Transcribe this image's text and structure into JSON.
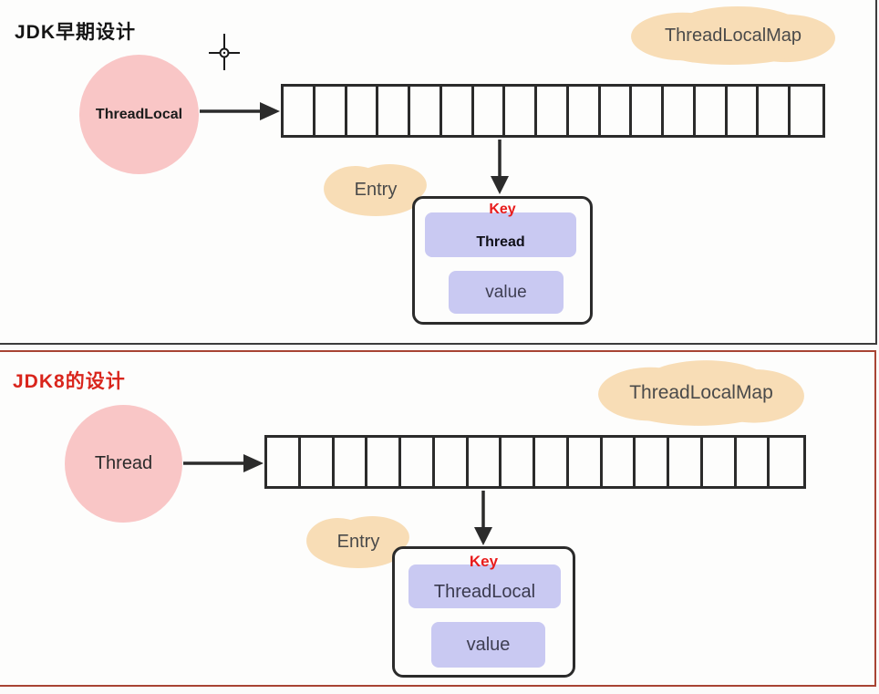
{
  "colors": {
    "pink_circle": "#f9c6c6",
    "peach_cloud": "#f8ddb6",
    "lavender_box": "#c9c9f2",
    "key_red": "#e81c1c",
    "jdk8_title_red": "#d9251c",
    "panel_border_dark": "#3c3c3c",
    "panel2_border_red": "#a84434"
  },
  "icons": {
    "cursor": "precision-crosshair-cursor",
    "arrow_right": "solid-right-arrow",
    "arrow_down": "solid-down-arrow"
  },
  "panel_early": {
    "title": "JDK早期设计",
    "map_label": "ThreadLocalMap",
    "circle_label": "ThreadLocal",
    "array_cells": 17,
    "entry_label": "Entry",
    "key_label": "Key",
    "key_value": "Thread",
    "value_label": "value"
  },
  "panel_jdk8": {
    "title": "JDK8的设计",
    "map_label": "ThreadLocalMap",
    "circle_label": "Thread",
    "array_cells": 16,
    "entry_label": "Entry",
    "key_label": "Key",
    "key_value": "ThreadLocal",
    "value_label": "value"
  }
}
